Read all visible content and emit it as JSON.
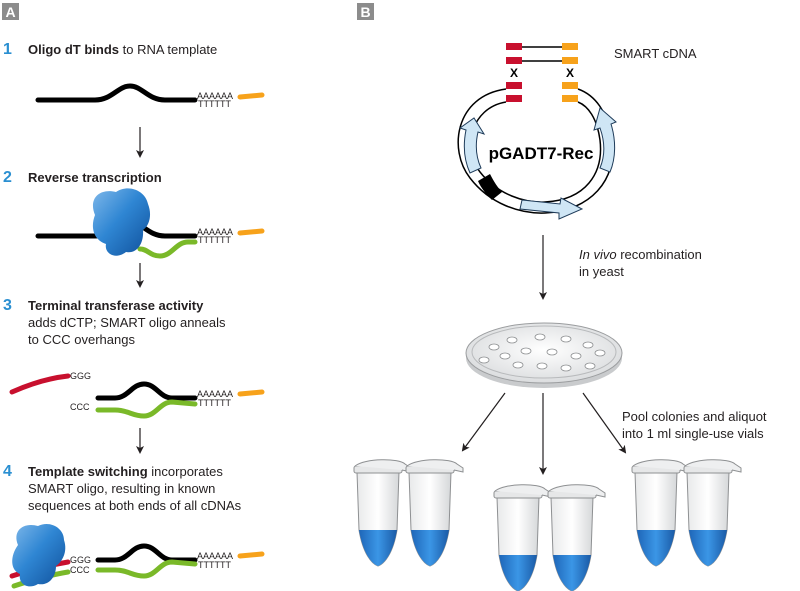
{
  "panels": {
    "a": "A",
    "b": "B"
  },
  "steps": [
    {
      "num": "1",
      "bold": "Oligo dT binds",
      "rest": " to RNA template",
      "lines": []
    },
    {
      "num": "2",
      "bold": "Reverse transcription",
      "rest": "",
      "lines": []
    },
    {
      "num": "3",
      "bold": "Terminal transferase activity",
      "rest": "",
      "lines": [
        "adds dCTP; SMART oligo anneals",
        "to CCC overhangs"
      ]
    },
    {
      "num": "4",
      "bold": "Template switching",
      "rest": " incorporates",
      "lines": [
        "SMART oligo, resulting in known",
        "sequences at both ends of all cDNAs"
      ]
    }
  ],
  "seq": {
    "polyA": "AAAAAA",
    "polyT": "TTTTTT",
    "ggg": "GGG",
    "ccc": "CCC"
  },
  "panel_b": {
    "smart_cdna": "SMART cDNA",
    "cross": "X",
    "plasmid": "pGADT7-Rec",
    "recomb_italic": "In vivo",
    "recomb_rest": " recombination",
    "recomb_line2": "in yeast",
    "pool_line1": "Pool colonies and aliquot",
    "pool_line2": "into 1 ml single-use vials"
  },
  "colors": {
    "rna": "#000000",
    "green": "#7ab929",
    "red": "#c8102e",
    "orange": "#f7a21b",
    "blue": "#2a8fd1",
    "enzyme": "#1f6fb8",
    "liquid": "#1f73c8",
    "plasmid_arrow": "#cfe6f5",
    "panel_label": "#8c8c8c"
  }
}
